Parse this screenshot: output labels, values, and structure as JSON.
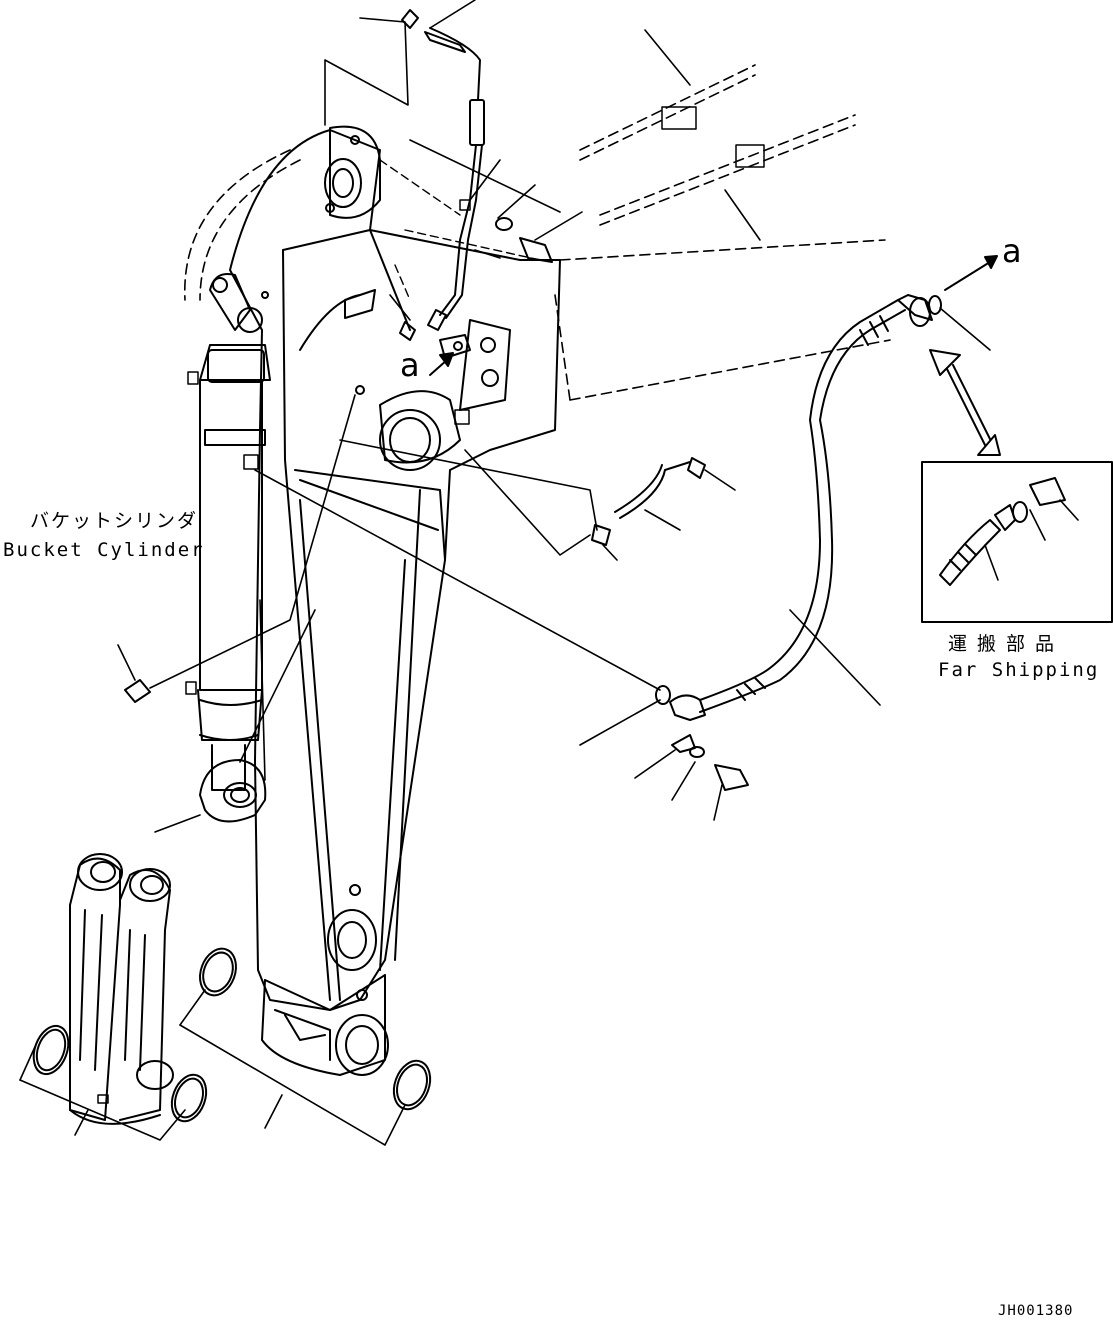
{
  "labels": {
    "bucket_cylinder_jp": "バケットシリンダ",
    "bucket_cylinder_en": "Bucket Cylinder",
    "for_shipping_jp": "運搬部品",
    "for_shipping_en": "Far Shipping",
    "view_marker": "a",
    "drawing_code": "JH001380"
  },
  "colors": {
    "line": "#000000",
    "background": "#ffffff"
  }
}
